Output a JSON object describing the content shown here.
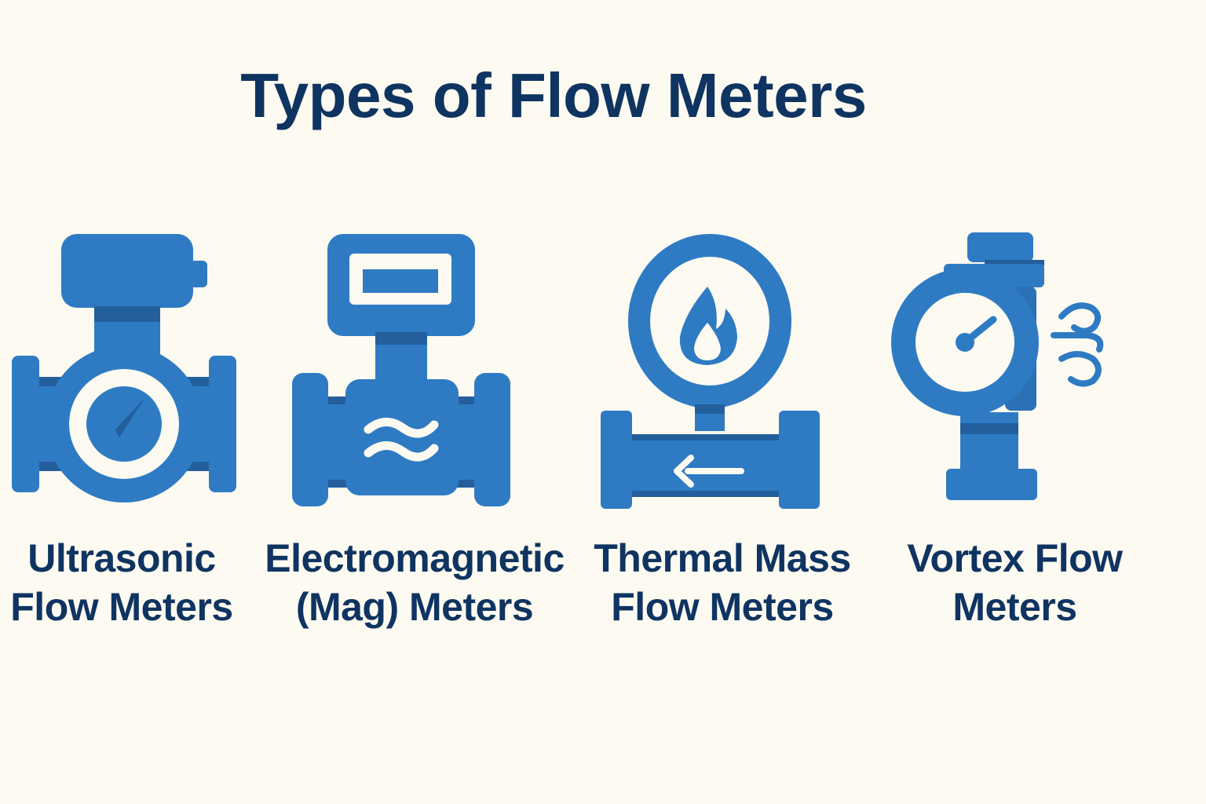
{
  "title": "Types of Flow Meters",
  "colors": {
    "background": "#fdfaf1",
    "icon_blue": "#2e7bc4",
    "icon_dark": "#235f9d",
    "text": "#0f3461"
  },
  "meters": [
    {
      "icon": "ultrasonic-flow-meter-icon",
      "line1": "Ultrasonic",
      "line2": "Flow Meters"
    },
    {
      "icon": "electromagnetic-meter-icon",
      "line1": "Electromagnetic",
      "line2": "(Mag) Meters"
    },
    {
      "icon": "thermal-mass-flow-meter-icon",
      "line1": "Thermal Mass",
      "line2": "Flow Meters"
    },
    {
      "icon": "vortex-flow-meter-icon",
      "line1": "Vortex Flow",
      "line2": "Meters"
    }
  ]
}
